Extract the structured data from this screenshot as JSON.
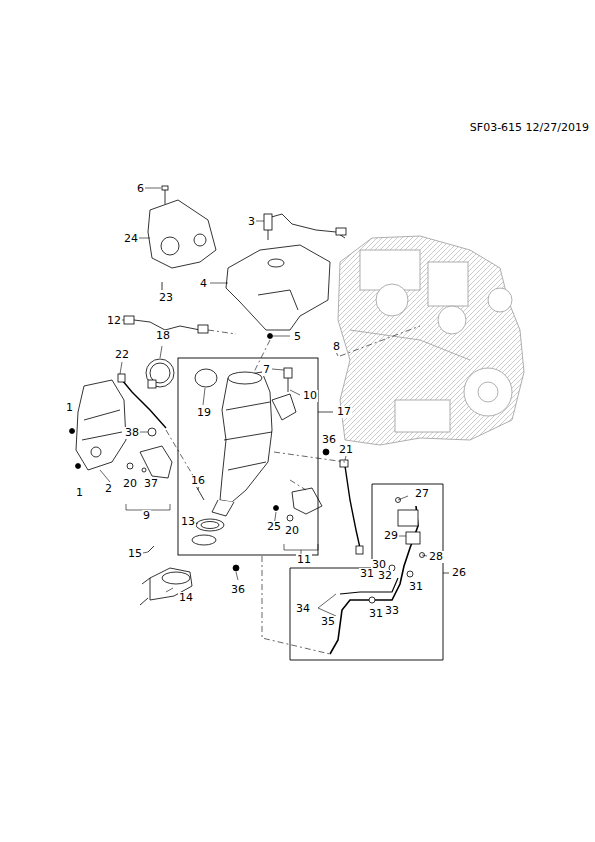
{
  "diagram": {
    "nodes": [
      {
        "text": [
          "17"
        ]
      },
      {
        "text": [
          "26"
        ]
      }
    ],
    "labels": [
      "SF03-615 12/27/2019",
      "6",
      "24",
      "23",
      "3",
      "4",
      "5",
      "12",
      "8",
      "22",
      "18",
      "7",
      "10",
      "1",
      "19",
      "36",
      "38",
      "1",
      "2",
      "20",
      "37",
      "9",
      "16",
      "21",
      "27",
      "13",
      "25",
      "20",
      "11",
      "29",
      "30",
      "28",
      "15",
      "32",
      "31",
      "31",
      "31",
      "33",
      "34",
      "35",
      "14",
      "36"
    ]
  }
}
